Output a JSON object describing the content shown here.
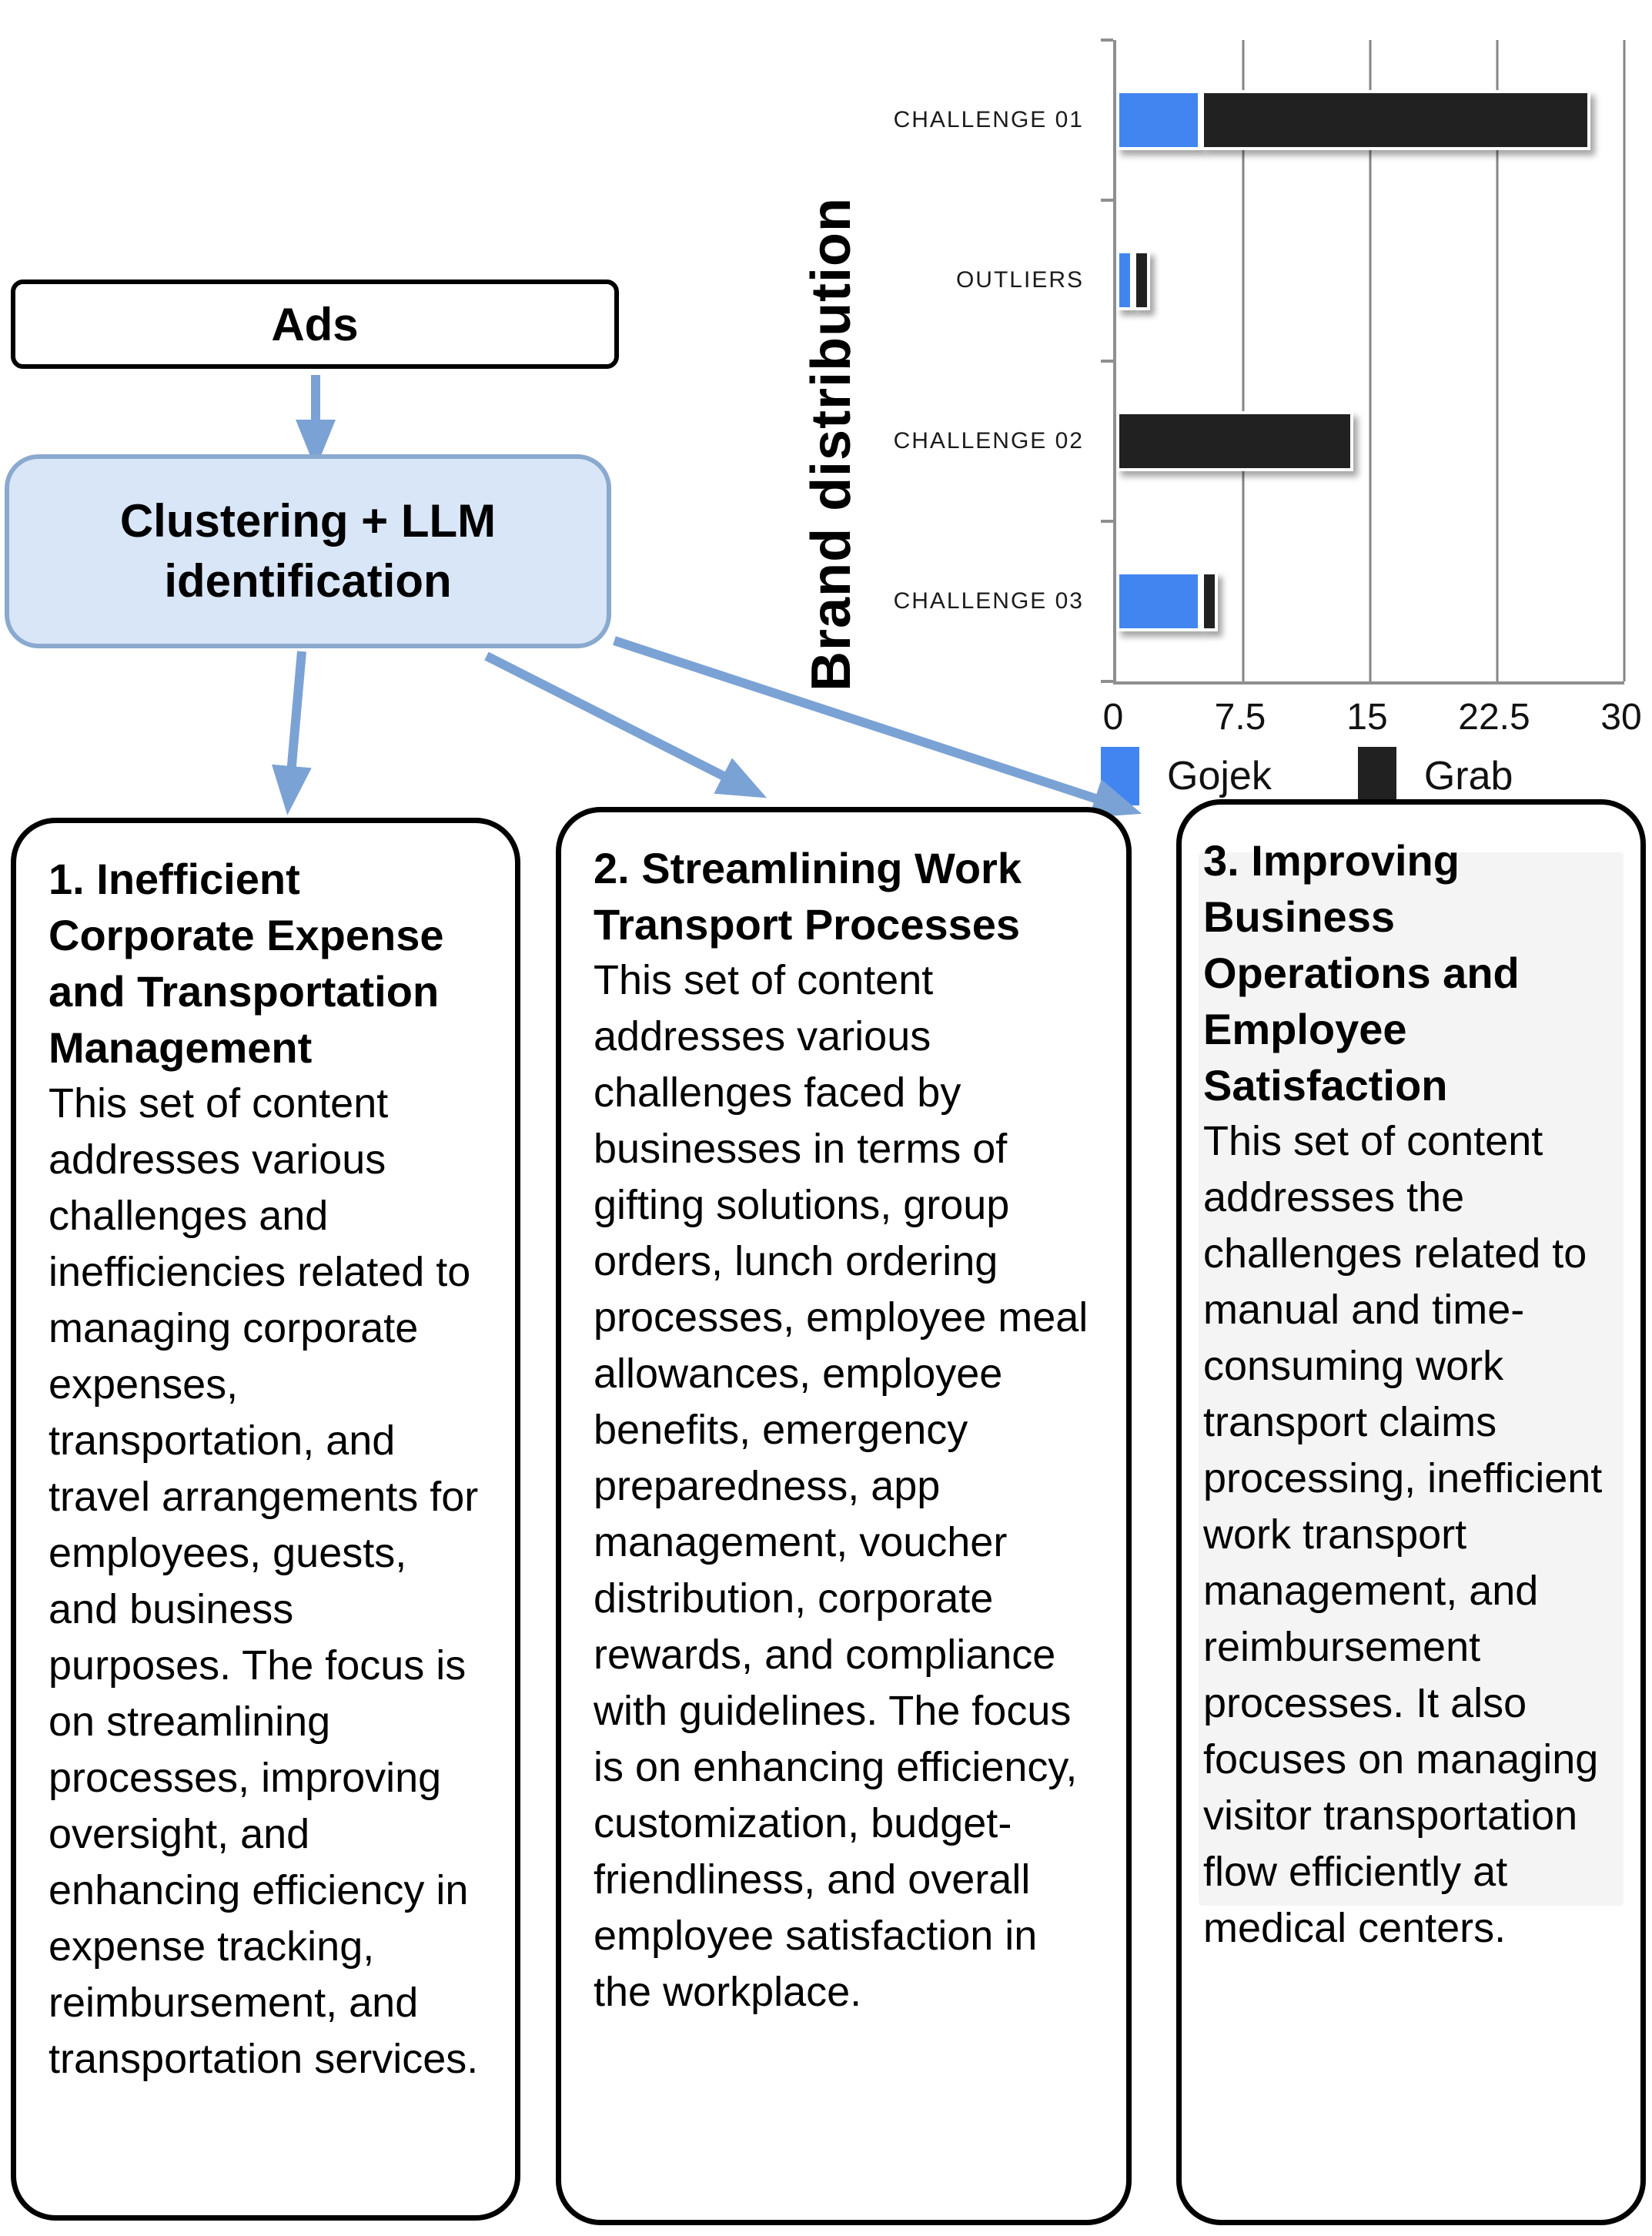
{
  "flowchart": {
    "ads_label": "Ads",
    "clustering_label": "Clustering + LLM identification",
    "arrow_color": "#7ba2d4",
    "cluster_box_fill": "#d9e6f7",
    "cluster_box_border": "#8aa9cf"
  },
  "chart_data": {
    "type": "bar",
    "orientation": "horizontal",
    "stacked": true,
    "title": "Brand distribution",
    "categories": [
      "CHALLENGE 01",
      "OUTLIERS",
      "CHALLENGE 02",
      "CHALLENGE 03"
    ],
    "series": [
      {
        "name": "Gojek",
        "color": "#4285f0",
        "values": [
          5,
          1,
          0,
          5
        ]
      },
      {
        "name": "Grab",
        "color": "#212121",
        "values": [
          23,
          1,
          14,
          1
        ]
      }
    ],
    "xlim": [
      0,
      30
    ],
    "x_ticks": [
      "0",
      "7.5",
      "15",
      "22.5",
      "30"
    ],
    "grid": true,
    "legend_position": "bottom"
  },
  "clusters": [
    {
      "title": "1. Inefficient Corporate Expense and Transportation Management",
      "body": "This set of content addresses various challenges and inefficiencies related to managing corporate expenses, transportation, and travel arrangements for employees, guests, and business purposes. The focus is on streamlining processes, improving oversight, and enhancing efficiency in expense tracking, reimbursement, and transportation services."
    },
    {
      "title": "2. Streamlining Work Transport Processes",
      "body": "This set of content addresses various challenges faced by businesses in terms of gifting solutions, group orders, lunch ordering processes, employee meal allowances, employee benefits, emergency preparedness, app management, voucher distribution, corporate rewards, and compliance with guidelines. The focus is on enhancing efficiency, customization, budget-friendliness, and overall employee satisfaction in the workplace."
    },
    {
      "title": "3. Improving Business Operations and Employee Satisfaction",
      "body": "This set of content addresses the challenges related to manual and time-consuming work transport claims processing, inefficient work transport management, and reimbursement processes. It also focuses on managing visitor transportation flow efficiently at medical centers."
    }
  ]
}
